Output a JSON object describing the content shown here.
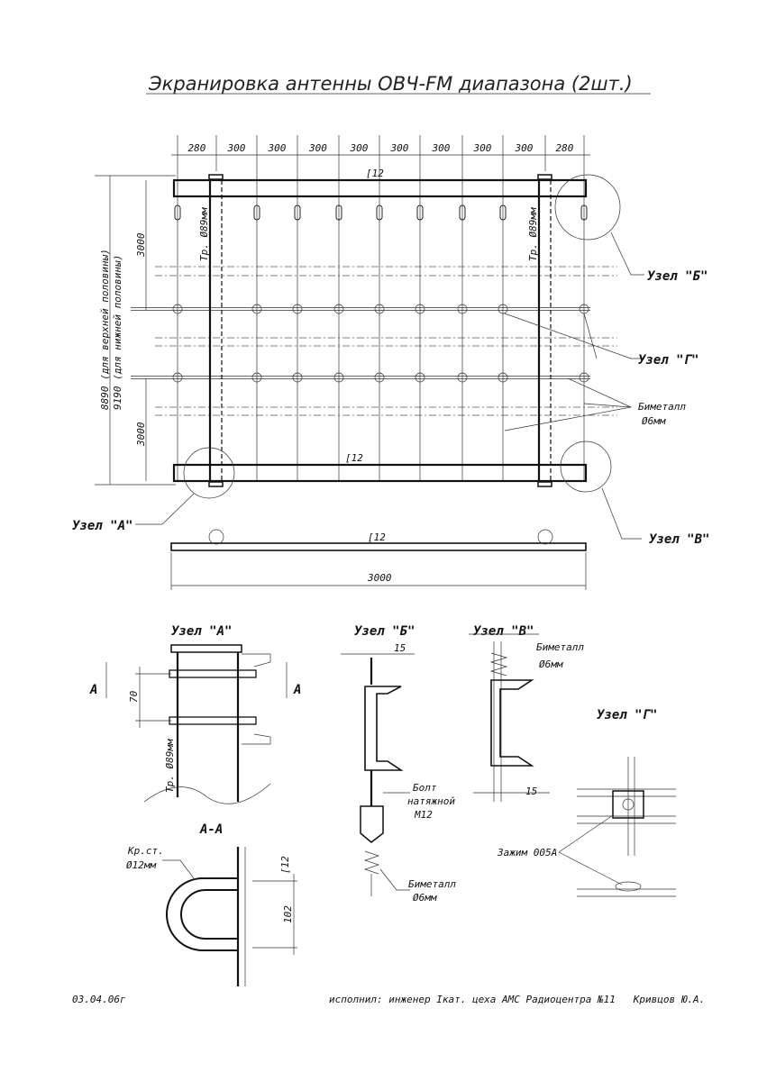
{
  "title": "Экранировка антенны ОВЧ-FM диапазона (2шт.)",
  "top_dims": [
    "280",
    "300",
    "300",
    "300",
    "300",
    "300",
    "300",
    "300",
    "300",
    "280"
  ],
  "channel": "[12",
  "pipe_label": "Тр. Ø89мм",
  "dim_3000": "3000",
  "dim_height_upper": "8890 (для верхней половины)",
  "dim_height_lower": "9190 (для нижней половины)",
  "nodes": {
    "a": "Узел \"А\"",
    "b": "Узел \"Б\"",
    "v": "Узел \"В\"",
    "g": "Узел \"Г\""
  },
  "bimetal": "Биметалл",
  "bimetal_dia": "Ø6мм",
  "side_length": "3000",
  "detail": {
    "section_mark": "А",
    "dim_70": "70",
    "section_title": "А-А",
    "rod": "Кр.ст.",
    "rod_dia": "Ø12мм",
    "dim_102": "102",
    "dim_15": "15",
    "bolt_1": "Болт",
    "bolt_2": "натяжной",
    "bolt_3": "М12",
    "clamp": "Зажим 005А"
  },
  "footer": {
    "date": "03.04.06г",
    "author": "исполнил: инженер Iкат. цеха АМС Радиоцентра №11   Кривцов Ю.А."
  }
}
